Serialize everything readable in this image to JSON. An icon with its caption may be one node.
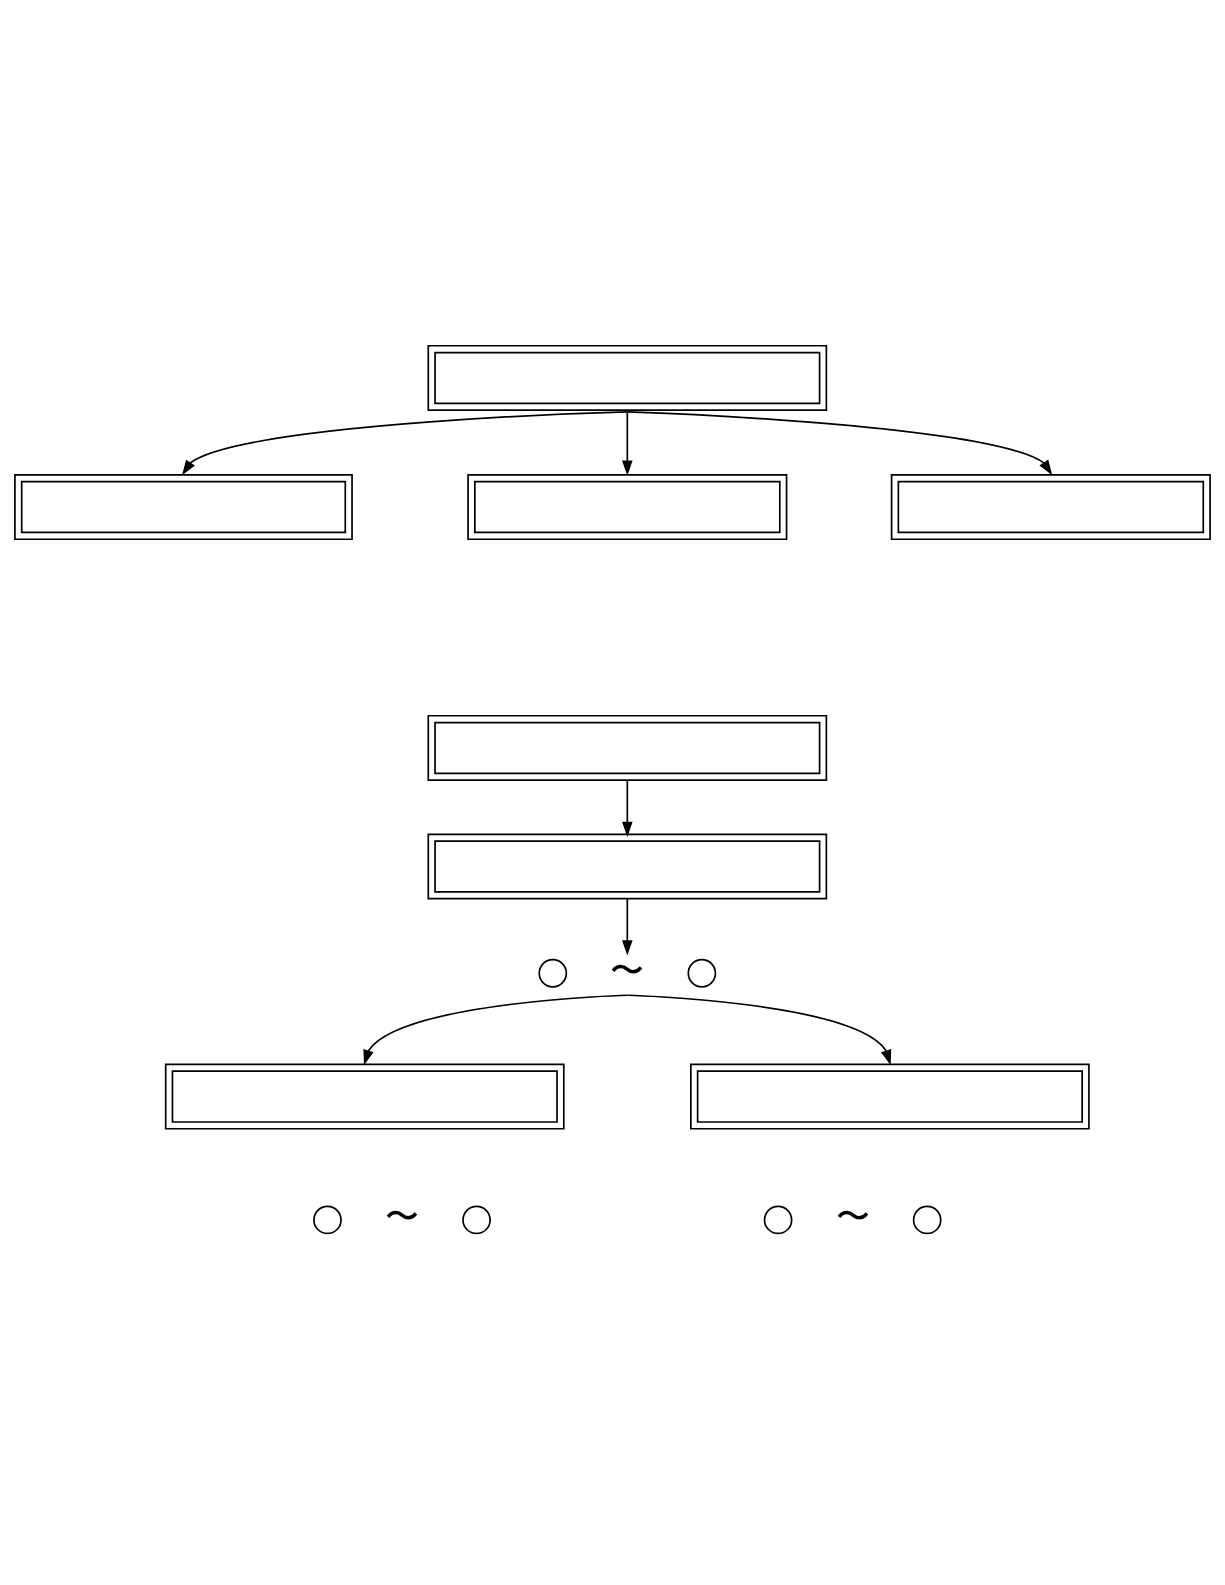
{
  "diagram": {
    "nodes": [
      {
        "text": [],
        "shape": "box"
      },
      {
        "text": [],
        "shape": "box"
      },
      {
        "text": [],
        "shape": "box"
      },
      {
        "text": [],
        "shape": "box"
      },
      {
        "text": [],
        "shape": "box"
      },
      {
        "text": [],
        "shape": "box"
      },
      {
        "text": [],
        "shape": "circle"
      },
      {
        "text": [
          "〜"
        ]
      },
      {
        "text": [],
        "shape": "circle"
      },
      {
        "text": [],
        "shape": "box"
      },
      {
        "text": [],
        "shape": "box"
      },
      {
        "text": [],
        "shape": "circle"
      },
      {
        "text": [],
        "shape": "circle"
      },
      {
        "text": [],
        "shape": "circle"
      },
      {
        "text": [],
        "shape": "circle"
      }
    ],
    "edges": [
      {
        "from": 0,
        "to": 1,
        "arrow": "to"
      },
      {
        "from": 0,
        "to": 2,
        "arrow": "to"
      },
      {
        "from": 0,
        "to": 3,
        "arrow": "to"
      },
      {
        "from": 4,
        "to": 5,
        "arrow": "to"
      },
      {
        "from": 5,
        "to": 7,
        "arrow": "to"
      },
      {
        "from": 7,
        "to": 9,
        "arrow": "to"
      },
      {
        "from": 7,
        "to": 10,
        "arrow": "to"
      }
    ],
    "labels": [
      "〜",
      "〜"
    ]
  }
}
